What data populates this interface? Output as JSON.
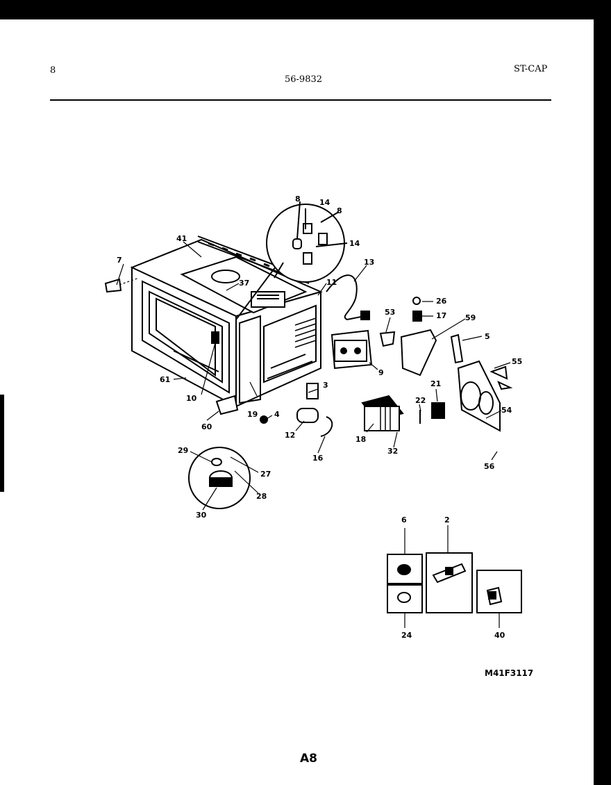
{
  "header": {
    "page_number": "8",
    "model_number": "56-9832",
    "section": "ST-CAP"
  },
  "diagram": {
    "callouts": [
      "8",
      "14",
      "8",
      "14",
      "41",
      "7",
      "13",
      "37",
      "11",
      "53",
      "26",
      "17",
      "59",
      "5",
      "55",
      "9",
      "61",
      "10",
      "19",
      "3",
      "4",
      "12",
      "60",
      "22",
      "21",
      "54",
      "18",
      "32",
      "16",
      "56",
      "29",
      "27",
      "28",
      "30",
      "6",
      "2",
      "24",
      "40"
    ]
  },
  "figure_code": "M41F3117",
  "page_label": "A8"
}
